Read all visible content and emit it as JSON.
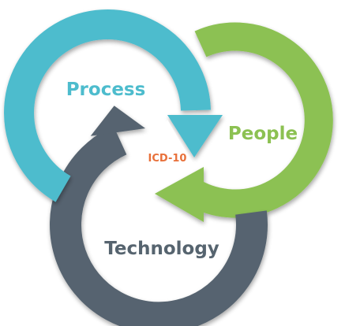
{
  "diagram": {
    "nodes": [
      {
        "id": "process",
        "label": "Process",
        "color": "#4dbccd"
      },
      {
        "id": "people",
        "label": "People",
        "color": "#8cc152"
      },
      {
        "id": "technology",
        "label": "Technology",
        "color": "#56646f"
      }
    ],
    "center": {
      "label": "ICD-10",
      "color": "#e8703a"
    }
  }
}
